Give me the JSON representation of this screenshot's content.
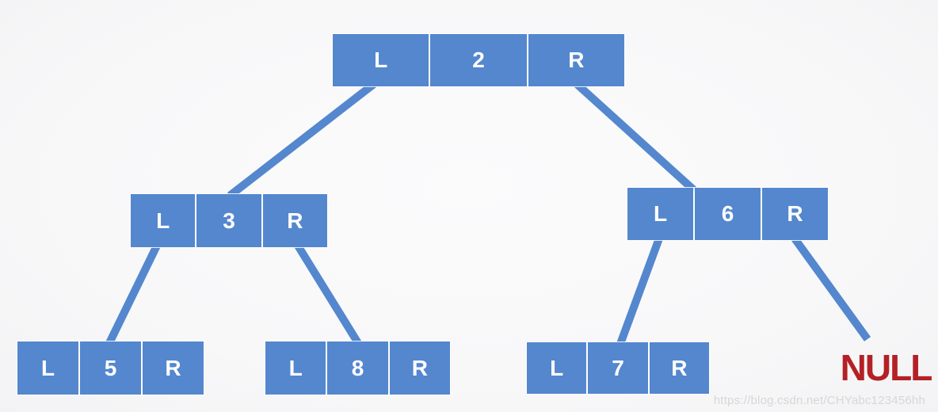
{
  "diagram": {
    "type": "binary-tree",
    "nodes": [
      {
        "id": "node-2",
        "left": "L",
        "value": "2",
        "right": "R"
      },
      {
        "id": "node-3",
        "left": "L",
        "value": "3",
        "right": "R"
      },
      {
        "id": "node-6",
        "left": "L",
        "value": "6",
        "right": "R"
      },
      {
        "id": "node-5",
        "left": "L",
        "value": "5",
        "right": "R"
      },
      {
        "id": "node-8",
        "left": "L",
        "value": "8",
        "right": "R"
      },
      {
        "id": "node-7",
        "left": "L",
        "value": "7",
        "right": "R"
      }
    ],
    "edges": [
      {
        "from": "node-2-left-pointer",
        "to": "node-3"
      },
      {
        "from": "node-2-right-pointer",
        "to": "node-6"
      },
      {
        "from": "node-3-left-pointer",
        "to": "node-5"
      },
      {
        "from": "node-3-right-pointer",
        "to": "node-8"
      },
      {
        "from": "node-6-left-pointer",
        "to": "node-7"
      },
      {
        "from": "node-6-right-pointer",
        "to": "null"
      }
    ],
    "null_label": "NULL",
    "colors": {
      "node_fill": "#5487ce",
      "node_text": "#ffffff",
      "edge": "#5487ce",
      "null_text": "#b42025",
      "watermark": "#d7d7da",
      "background": "#f8f8f9"
    }
  },
  "watermark": {
    "text": "https://blog.csdn.net/CHYabc123456hh"
  }
}
